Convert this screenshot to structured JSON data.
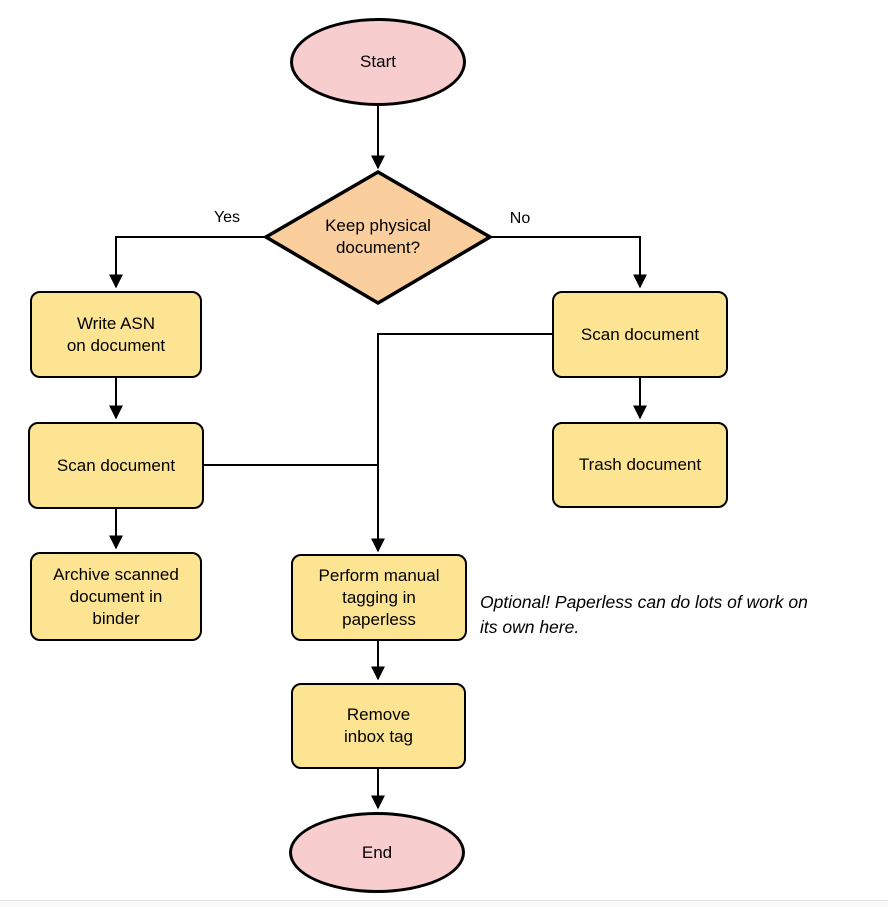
{
  "diagram": {
    "nodes": {
      "start": "Start",
      "decision": "Keep physical\ndocument?",
      "write_asn": "Write ASN\non document",
      "scan_left": "Scan document",
      "archive": "Archive scanned\ndocument in\nbinder",
      "scan_right": "Scan document",
      "trash": "Trash document",
      "tagging": "Perform manual\ntagging in\npaperless",
      "remove_inbox": "Remove\ninbox tag",
      "end": "End"
    },
    "edge_labels": {
      "yes": "Yes",
      "no": "No"
    },
    "note": "Optional! Paperless can do lots of work on\nits own here.",
    "colors": {
      "terminator_fill": "#f7cdce",
      "decision_fill": "#fbce9e",
      "process_fill": "#fce492",
      "stroke": "#000000"
    }
  }
}
